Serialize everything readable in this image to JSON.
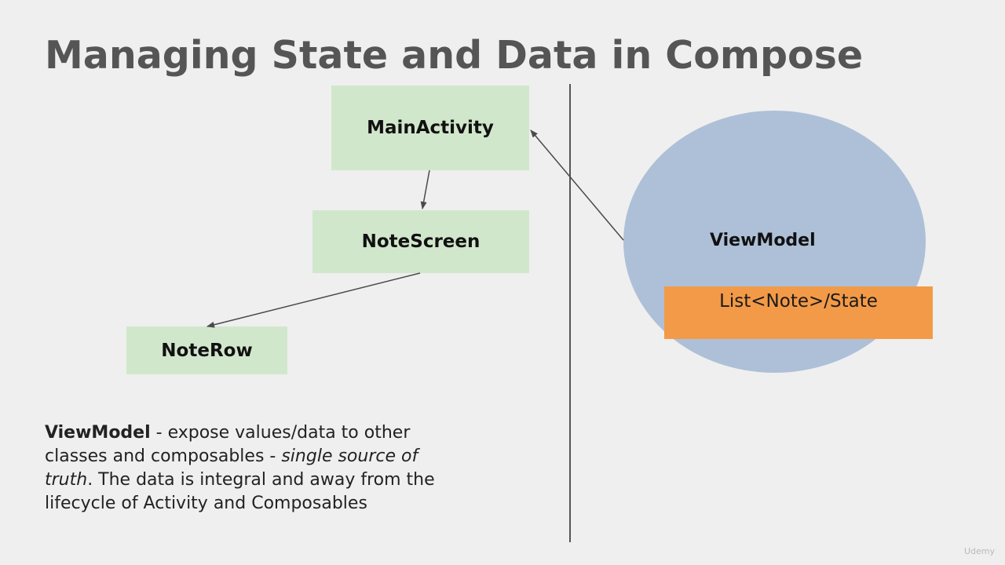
{
  "slide": {
    "title": "Managing State and Data in Compose"
  },
  "diagram": {
    "nodes": {
      "main_activity": "MainActivity",
      "note_screen": "NoteScreen",
      "note_row": "NoteRow",
      "view_model": "ViewModel",
      "state": "List<Note>/State"
    },
    "colors": {
      "component_box": "#d1e7cc",
      "viewmodel_ellipse": "#adc0d7",
      "state_box": "#f39a48",
      "title": "#555555"
    }
  },
  "description": {
    "term": "ViewModel",
    "part1": " - expose values/data to other classes and composables - ",
    "emphasis": "single source of truth",
    "part2": ". The data is integral and away from the lifecycle of Activity and Composables"
  },
  "watermark": "Udemy"
}
